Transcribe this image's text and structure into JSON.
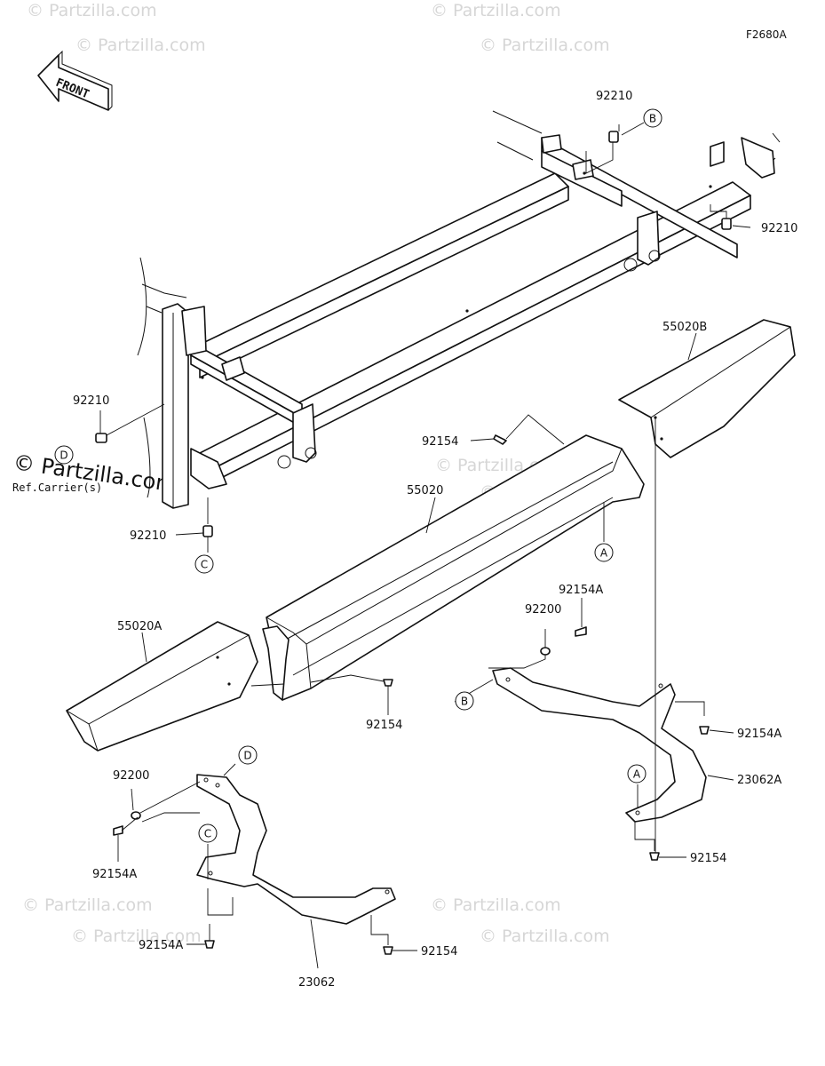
{
  "figure_id": "F2680A",
  "front_label": "FRONT",
  "watermark": "© Partzilla.com",
  "reference_note": "Ref.Carrier(s)",
  "callouts": {
    "c_92210_top": "92210",
    "c_92210_right": "92210",
    "c_92210_left": "92210",
    "c_92210_bottom": "92210",
    "c_55020B": "55020B",
    "c_92154_mid": "92154",
    "c_55020": "55020",
    "c_92154A_mid": "92154A",
    "c_92200_mid": "92200",
    "c_55020A": "55020A",
    "c_92154_lower": "92154",
    "c_92154A_right": "92154A",
    "c_23062A": "23062A",
    "c_92154_right": "92154",
    "c_92200_left": "92200",
    "c_92154A_left": "92154A",
    "c_92154A_bottom": "92154A",
    "c_92154_bottom": "92154",
    "c_23062": "23062"
  },
  "circle_labels": {
    "B_top": "B",
    "D_left": "D",
    "C_left": "C",
    "A_mid": "A",
    "B_mid": "B",
    "D_low": "D",
    "C_low": "C",
    "A_low": "A"
  }
}
